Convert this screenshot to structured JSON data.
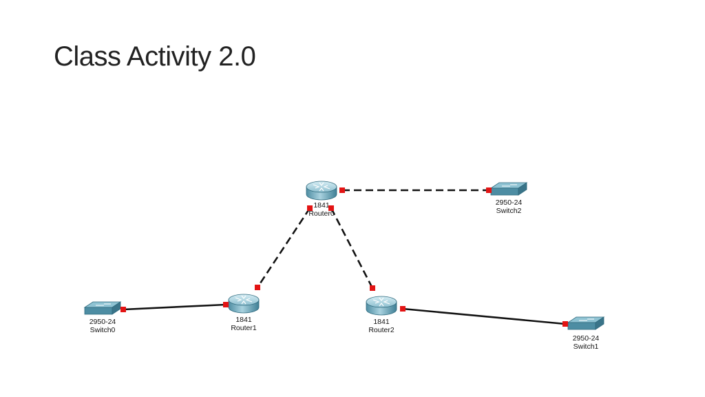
{
  "slide": {
    "title": "Class Activity 2.0"
  },
  "topology": {
    "devices": [
      {
        "id": "router0",
        "kind": "router",
        "model": "1841",
        "name": "Router0"
      },
      {
        "id": "router1",
        "kind": "router",
        "model": "1841",
        "name": "Router1"
      },
      {
        "id": "router2",
        "kind": "router",
        "model": "1841",
        "name": "Router2"
      },
      {
        "id": "switch0",
        "kind": "switch",
        "model": "2950-24",
        "name": "Switch0"
      },
      {
        "id": "switch1",
        "kind": "switch",
        "model": "2950-24",
        "name": "Switch1"
      },
      {
        "id": "switch2",
        "kind": "switch",
        "model": "2950-24",
        "name": "Switch2"
      }
    ],
    "links": [
      {
        "from": "router0",
        "to": "switch2",
        "style": "dashed"
      },
      {
        "from": "router0",
        "to": "router1",
        "style": "dashed"
      },
      {
        "from": "router0",
        "to": "router2",
        "style": "dashed"
      },
      {
        "from": "router1",
        "to": "switch0",
        "style": "solid"
      },
      {
        "from": "router2",
        "to": "switch1",
        "style": "solid"
      }
    ],
    "colors": {
      "router_body": "#6fa9bd",
      "router_top": "#b9dbe6",
      "switch_top": "#8fc3d3",
      "switch_front": "#4d8da3",
      "link": "#111111",
      "port_marker": "#e31414"
    }
  }
}
